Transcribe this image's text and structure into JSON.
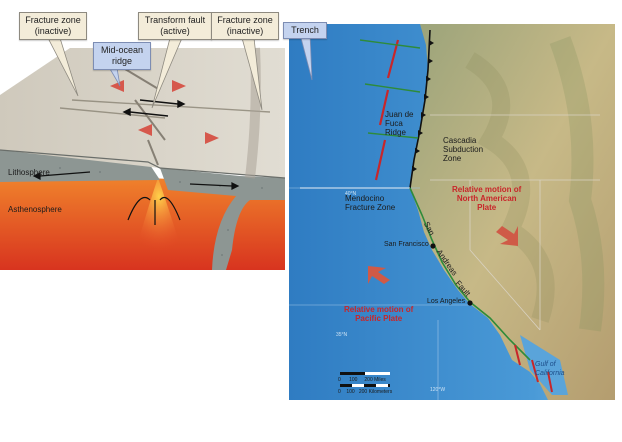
{
  "block_diagram": {
    "callouts": {
      "fracture_zone_left": "Fracture zone\n(inactive)",
      "transform_fault": "Transform fault\n(active)",
      "fracture_zone_right": "Fracture zone\n(inactive)",
      "trench": "Trench",
      "mid_ocean_ridge": "Mid-ocean\nridge"
    },
    "layers": {
      "lithosphere": "Lithosphere",
      "asthenosphere": "Asthenosphere"
    }
  },
  "map": {
    "features": {
      "juan_de_fuca_ridge": "Juan de\nFuca\nRidge",
      "cascadia_subduction_zone": "Cascadia\nSubduction\nZone",
      "mendocino_fracture_zone": "Mendocino\nFracture Zone",
      "san_andreas_fault": [
        "San",
        "Andreas",
        "Fault"
      ],
      "gulf_of_california": "Gulf of\nCalifornia"
    },
    "cities": {
      "san_francisco": "San Francisco",
      "los_angeles": "Los Angeles"
    },
    "plate_motion": {
      "north_american": "Relative motion of\nNorth American\nPlate",
      "pacific": "Relative motion of\nPacific Plate"
    },
    "scale": {
      "miles": "0      100     200 Miles",
      "kilometers": "0    100   200 Kilometers"
    },
    "graticule": {
      "lat_40": "40°N",
      "lat_35": "35°N",
      "lon_120": "120°W"
    }
  },
  "colors": {
    "ocean": "#3d8fd0",
    "deep_ocean": "#2c74b9",
    "land": "#b8b07d",
    "asthenosphere": "#e9472a",
    "lithosphere": "#8d9693",
    "ridge_red": "#c8262a",
    "fault_green": "#2e8b3a"
  }
}
